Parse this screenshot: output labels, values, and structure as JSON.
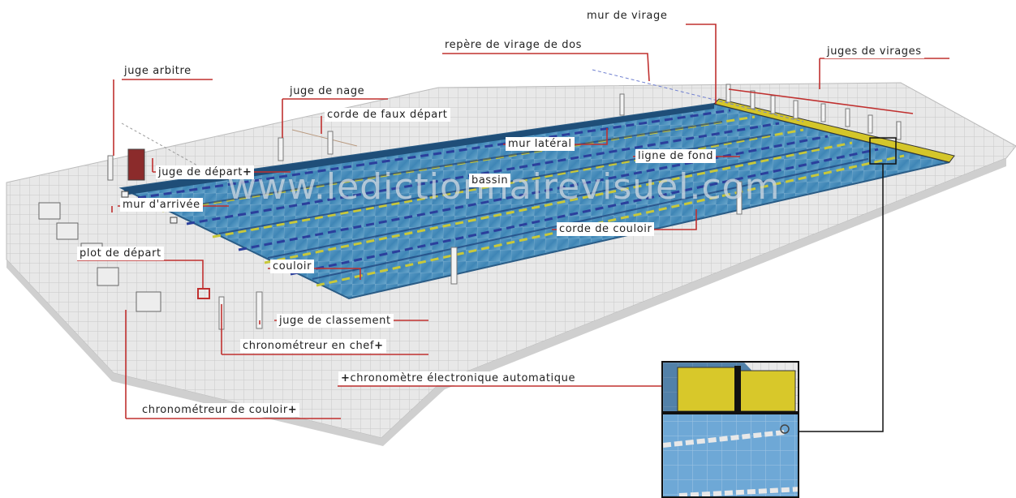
{
  "watermark": "www.ledictionnairevisuel.com",
  "labels": {
    "mur_de_virage": "mur de virage",
    "repere_virage_dos": "repère de virage de dos",
    "juges_de_virages": "juges de virages",
    "juge_arbitre": "juge arbitre",
    "juge_de_nage": "juge de nage",
    "corde_faux_depart": "corde de faux départ",
    "mur_lateral": "mur latéral",
    "ligne_de_fond": "ligne de fond",
    "juge_de_depart": "juge de départ",
    "bassin": "bassin",
    "mur_arrivee": "mur d'arrivée",
    "corde_de_couloir": "corde de couloir",
    "plot_de_depart": "plot de départ",
    "couloir": "couloir",
    "juge_de_classement": "juge de classement",
    "chronometreur_en_chef": "chronométreur en chef",
    "chronometre_electronique": "chronomètre électronique automatique",
    "chronometreur_de_couloir": "chronométreur de couloir",
    "plus_sign": "+"
  },
  "colors": {
    "leader_line": "#c0302f",
    "pool_water": "#3d86b8",
    "pool_deck": "#e6e6e6",
    "lane_rope_blue": "#2b3f9c",
    "lane_rope_yellow": "#c8c83a",
    "touch_pad": "#d4c62a"
  }
}
